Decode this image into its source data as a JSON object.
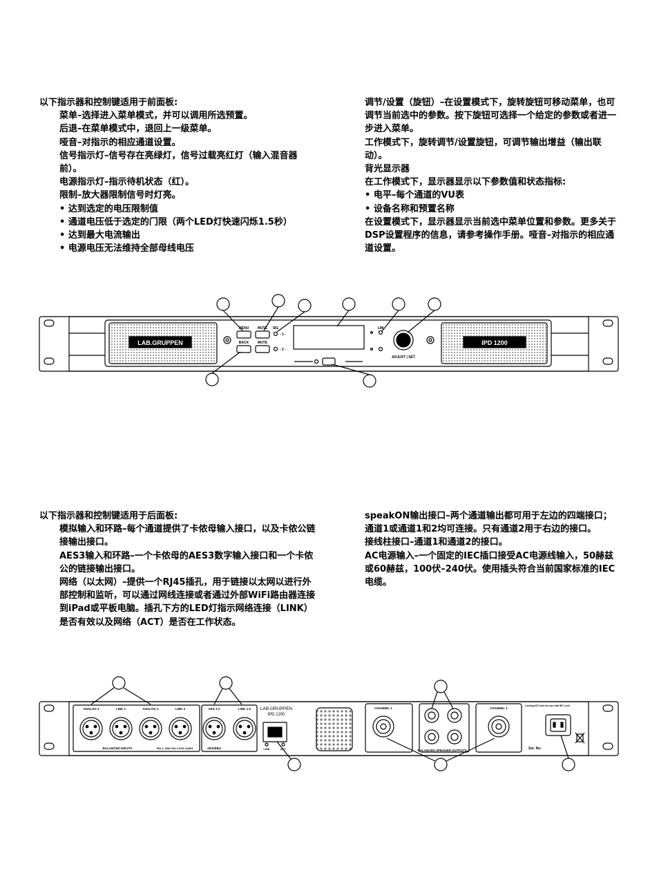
{
  "front": {
    "left_heading": "以下指示器和控制键适用于前面板:",
    "left_items": [
      "菜单–选择进入菜单模式，并可以调用所选预置。",
      "后退–在菜单模式中，退回上一级菜单。",
      "哑音–对指示的相应通道设置。",
      "信号指示灯–信号存在亮绿灯，信号过载亮红灯（输入混音器前）。",
      "电源指示灯–指示待机状态（红）。",
      "限制–放大器限制信号时灯亮。",
      "• 达到选定的电压限制值",
      "• 通道电压低于选定的门限（两个LED灯快速闪烁1.5秒）",
      "• 达到最大电流输出",
      "• 电源电压无法维持全部母线电压"
    ],
    "right_paragraphs": [
      "调节/设置（旋钮）–在设置模式下，旋转旋钮可移动菜单，也可调节当前选中的参数。按下旋钮可选择一个给定的参数或者进一步进入菜单。",
      "工作模式下，旋转调节/设置旋钮，可调节输出增益（输出联动）。",
      "背光显示器",
      "在工作模式下，显示器显示以下参数值和状态指标:",
      "• 电平–每个通道的VU表",
      "• 设备名称和预置名称",
      "在设置模式下，显示器显示当前选中菜单位置和参数。更多关于DSP设置程序的信息，请参考操作手册。哑音–对指示的相应通道设置。"
    ],
    "panel": {
      "brand": "LAB.GRUPPEN",
      "model": "IPD 1200",
      "menu": "MENU",
      "back": "BACK",
      "mute1": "MUTE",
      "mute2": "MUTE",
      "sig": "SIG",
      "ch1": "- 1 -",
      "ch2": "- 2 -",
      "lim": "LIM",
      "knob": "ADJUST | SET"
    }
  },
  "rear": {
    "left_heading": "以下指示器和控制键适用于后面板:",
    "left_items": [
      "模拟输入和环路–每个通道提供了卡侬母输入接口，以及卡侬公链接输出接口。",
      "AES3输入和环路–一个卡侬母的AES3数字输入接口和一个卡侬公的链接输出接口。",
      "网络（以太网）–提供一个RJ45插孔，用于链接以太网以进行外部控制和监听，可以通过网线连接或者通过外部WiFi路由器连接到iPad或平板电脑。插孔下方的LED灯指示网络连接（LINK）是否有效以及网络（ACT）是否在工作状态。"
    ],
    "right_items": [
      "speakON输出接口–两个通道输出都可用于左边的四端接口；通道1或通道1和2均可连接。只有通道2用于右边的接口。",
      "接线柱接口–通道1和通道2的接口。",
      "AC电源输入–一个固定的IEC插口接受AC电源线输入，50赫兹或60赫兹，100伏–240伏。使用插头符合当前国家标准的IEC电缆。"
    ],
    "panel": {
      "analog1": "ANALOG 1",
      "link1": "LINK 1",
      "analog2": "ANALOG 2",
      "link2": "LINK 2",
      "balanced_inputs": "BALANCED INPUTS",
      "pin": "PIN 1: GND  PIN 2:POS  3:NEG",
      "aes_in": "AES 1-2",
      "aes_link": "LINK 1-2",
      "aes_ebu": "AES/EBU",
      "brand": "LAB.GRUPPEN",
      "model": "IPD 1200",
      "link_led": "LINK",
      "act_led": "ACT",
      "channel1": "CHANNEL 1",
      "channel1b": "CHANNEL 1",
      "speaker_outputs": "BALANCED SPEAKER OUTPUTS",
      "ser": "Ser. No:",
      "ac_note": "Locking IEC inlet for use with IEC Lock"
    }
  }
}
